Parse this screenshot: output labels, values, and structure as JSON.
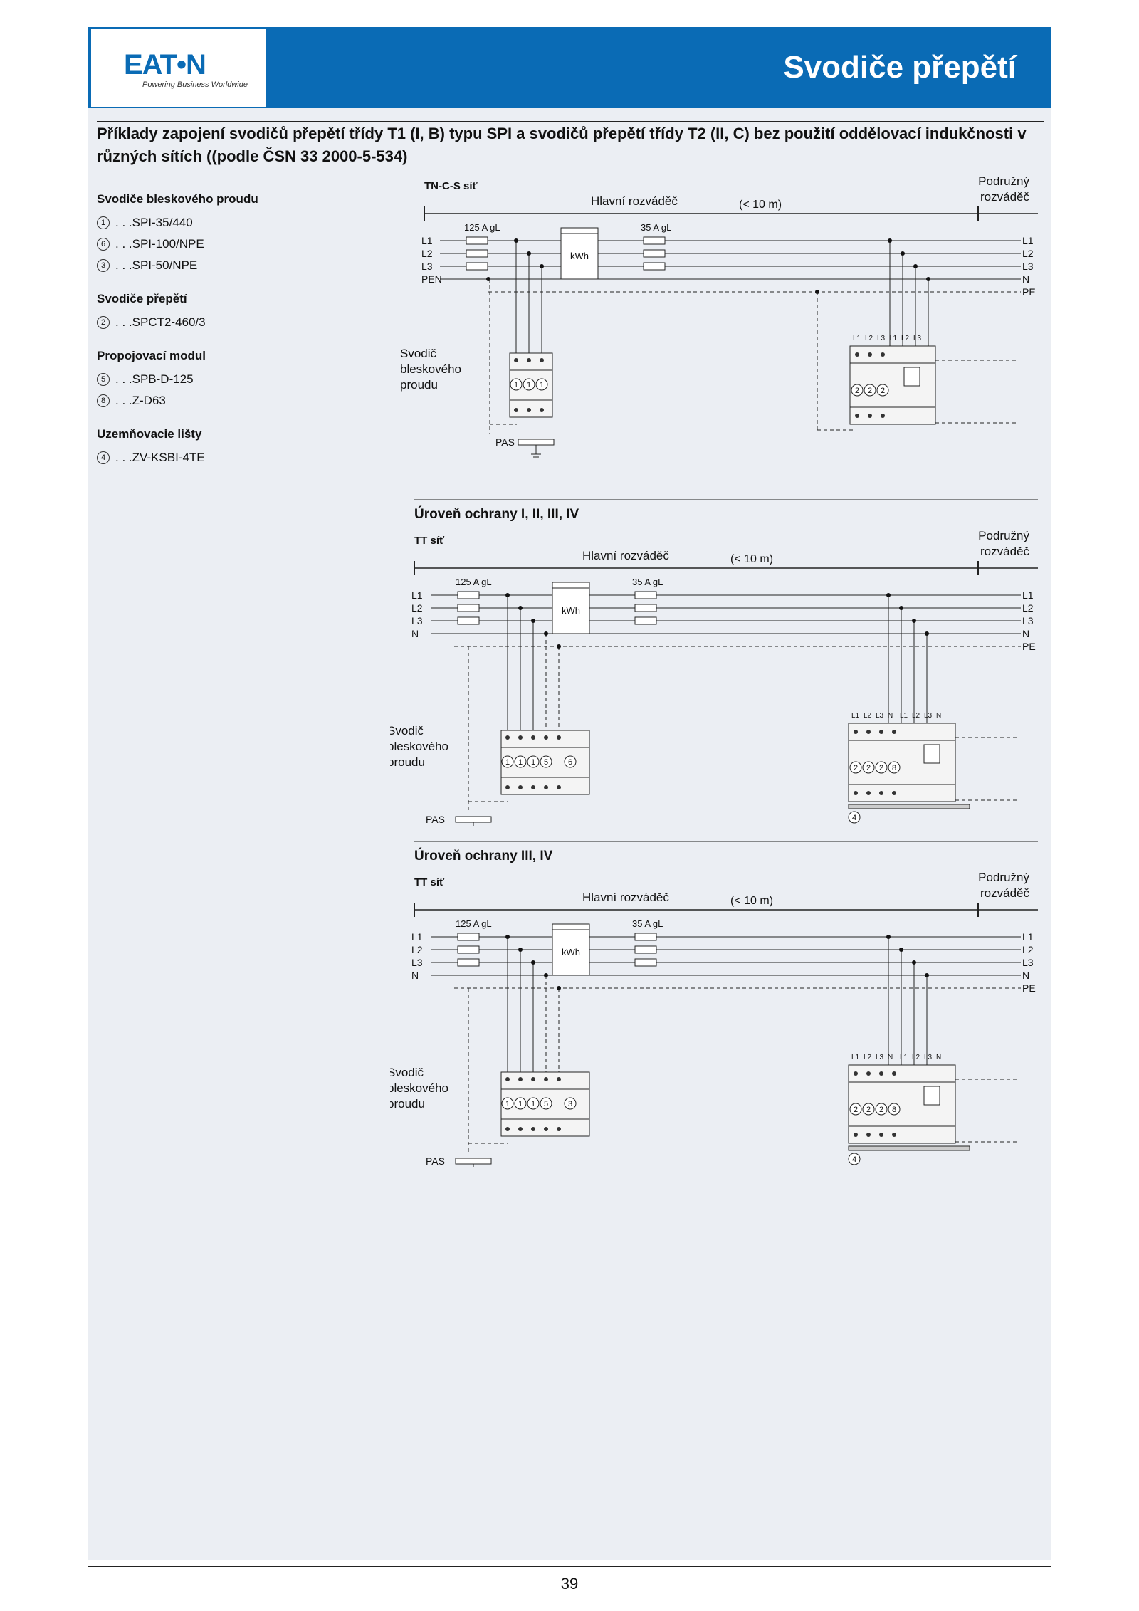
{
  "header": {
    "logo_text": "EAT•N",
    "logo_tagline": "Powering Business Worldwide",
    "title": "Svodiče přepětí"
  },
  "heading": "Příklady zapojení svodičů přepětí třídy T1 (I, B) typu SPI a svodičů přepětí třídy T2 (II, C) bez použití oddělovací indukčnosti v různých sítích ((podle ČSN 33 2000-5-534)",
  "legend": [
    {
      "title": "Svodiče bleskového proudu",
      "items": [
        {
          "num": "1",
          "label": ". . .SPI-35/440"
        },
        {
          "num": "6",
          "label": ". . .SPI-100/NPE"
        },
        {
          "num": "3",
          "label": ". . .SPI-50/NPE"
        }
      ]
    },
    {
      "title": "Svodiče přepětí",
      "items": [
        {
          "num": "2",
          "label": ". . .SPCT2-460/3"
        }
      ]
    },
    {
      "title": "Propojovací modul",
      "items": [
        {
          "num": "5",
          "label": ". . .SPB-D-125"
        },
        {
          "num": "8",
          "label": ". . .Z-D63"
        }
      ]
    },
    {
      "title": "Uzemňovacie lišty",
      "items": [
        {
          "num": "4",
          "label": ". . .ZV-KSBI-4TE"
        }
      ]
    }
  ],
  "diagrams": [
    {
      "level": "",
      "network": "TN-C-S síť",
      "main_board": "Hlavní rozváděč",
      "distance": "(< 10 m)",
      "sub_board_1": "Podružný",
      "sub_board_2": "rozváděč",
      "fuse1": "125 A gL",
      "fuse2": "35 A gL",
      "meter": "kWh",
      "left_lines": [
        "L1",
        "L2",
        "L3",
        "PEN"
      ],
      "right_lines": [
        "L1",
        "L2",
        "L3",
        "N",
        "PE"
      ],
      "arrester_1": "Svodič",
      "arrester_2": "bleskového",
      "arrester_3": "proudu",
      "pas": "PAS",
      "module_nums_left": [
        "1",
        "1",
        "1"
      ],
      "module_nums_right": [
        "2",
        "2",
        "2"
      ],
      "terminal_labels": [
        "L1",
        "L2",
        "L3",
        "L1",
        "L2",
        "L3"
      ]
    },
    {
      "level": "Úroveň ochrany I, II, III, IV",
      "network": "TT síť",
      "main_board": "Hlavní rozváděč",
      "distance": "(< 10 m)",
      "sub_board_1": "Podružný",
      "sub_board_2": "rozváděč",
      "fuse1": "125 A gL",
      "fuse2": "35 A gL",
      "meter": "kWh",
      "left_lines": [
        "L1",
        "L2",
        "L3",
        "N"
      ],
      "right_lines": [
        "L1",
        "L2",
        "L3",
        "N",
        "PE"
      ],
      "arrester_1": "Svodič",
      "arrester_2": "bleskového",
      "arrester_3": "proudu",
      "pas": "PAS",
      "module_nums_left": [
        "1",
        "1",
        "1",
        "5",
        "6"
      ],
      "module_nums_right": [
        "2",
        "2",
        "2",
        "8"
      ],
      "terminal_labels": [
        "L1",
        "L2",
        "L3",
        "N",
        "L1",
        "L2",
        "L3",
        "N"
      ],
      "bar_num": "4"
    },
    {
      "level": "Úroveň ochrany III, IV",
      "network": "TT síť",
      "main_board": "Hlavní rozváděč",
      "distance": "(< 10 m)",
      "sub_board_1": "Podružný",
      "sub_board_2": "rozváděč",
      "fuse1": "125 A gL",
      "fuse2": "35 A gL",
      "meter": "kWh",
      "left_lines": [
        "L1",
        "L2",
        "L3",
        "N"
      ],
      "right_lines": [
        "L1",
        "L2",
        "L3",
        "N",
        "PE"
      ],
      "arrester_1": "Svodič",
      "arrester_2": "bleskového",
      "arrester_3": "proudu",
      "pas": "PAS",
      "module_nums_left": [
        "1",
        "1",
        "1",
        "5",
        "3"
      ],
      "module_nums_right": [
        "2",
        "2",
        "2",
        "8"
      ],
      "terminal_labels": [
        "L1",
        "L2",
        "L3",
        "N",
        "L1",
        "L2",
        "L3",
        "N"
      ],
      "bar_num": "4"
    }
  ],
  "footer": {
    "page_number": "39"
  }
}
